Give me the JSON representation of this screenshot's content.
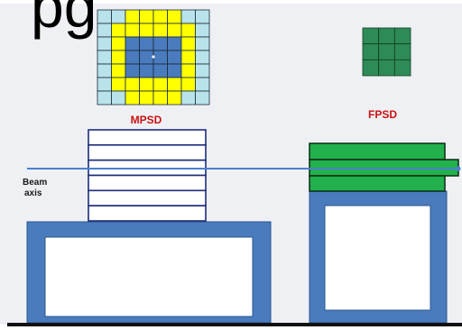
{
  "partial_text": "pg",
  "labels": {
    "mpsd": "MPSD",
    "fpsd": "FPSD",
    "beam_line1": "Beam",
    "beam_line2": "axis"
  },
  "colors": {
    "background": "#eef0f4",
    "stand_frame": "#4a7bbd",
    "stand_outline": "#2c5590",
    "beam": "#4a7fd0",
    "mpsd_layer_stroke": "#1d2d7a",
    "fpsd_layer": "#22b14c",
    "fpsd_grid": "#2e8b57",
    "grid_outer": "#b9e3ea",
    "grid_middle": "#ffff00",
    "grid_inner": "#4a7bbd",
    "label_red": "#cc1111",
    "floor": "#111111"
  },
  "mpsd_grid": {
    "rows": [
      "OOMMMMOO",
      "OMMMMMMO",
      "OMIIIIMO",
      "OMIIIIMO",
      "OMIIIIMO",
      "OMMMMMMO",
      "OOMMMMOO"
    ]
  },
  "fpsd_grid": {
    "rows": 3,
    "cols": 3
  },
  "mpsd_layers": 6,
  "fpsd_layers": 3
}
